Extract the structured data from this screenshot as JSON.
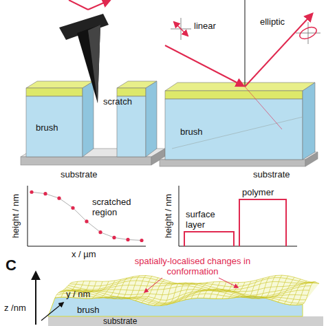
{
  "diagram": {
    "labels": [
      "scratch",
      "brush",
      "substrate",
      "height / nm",
      "scratched region",
      "x / µm",
      "linear",
      "elliptic",
      "brush",
      "substrate",
      "height / nm",
      "polymer",
      "surface layer",
      "C",
      "spatially-localised changes in conformation",
      "y / nm",
      "z /nm",
      "brush",
      "substrate"
    ]
  }
}
